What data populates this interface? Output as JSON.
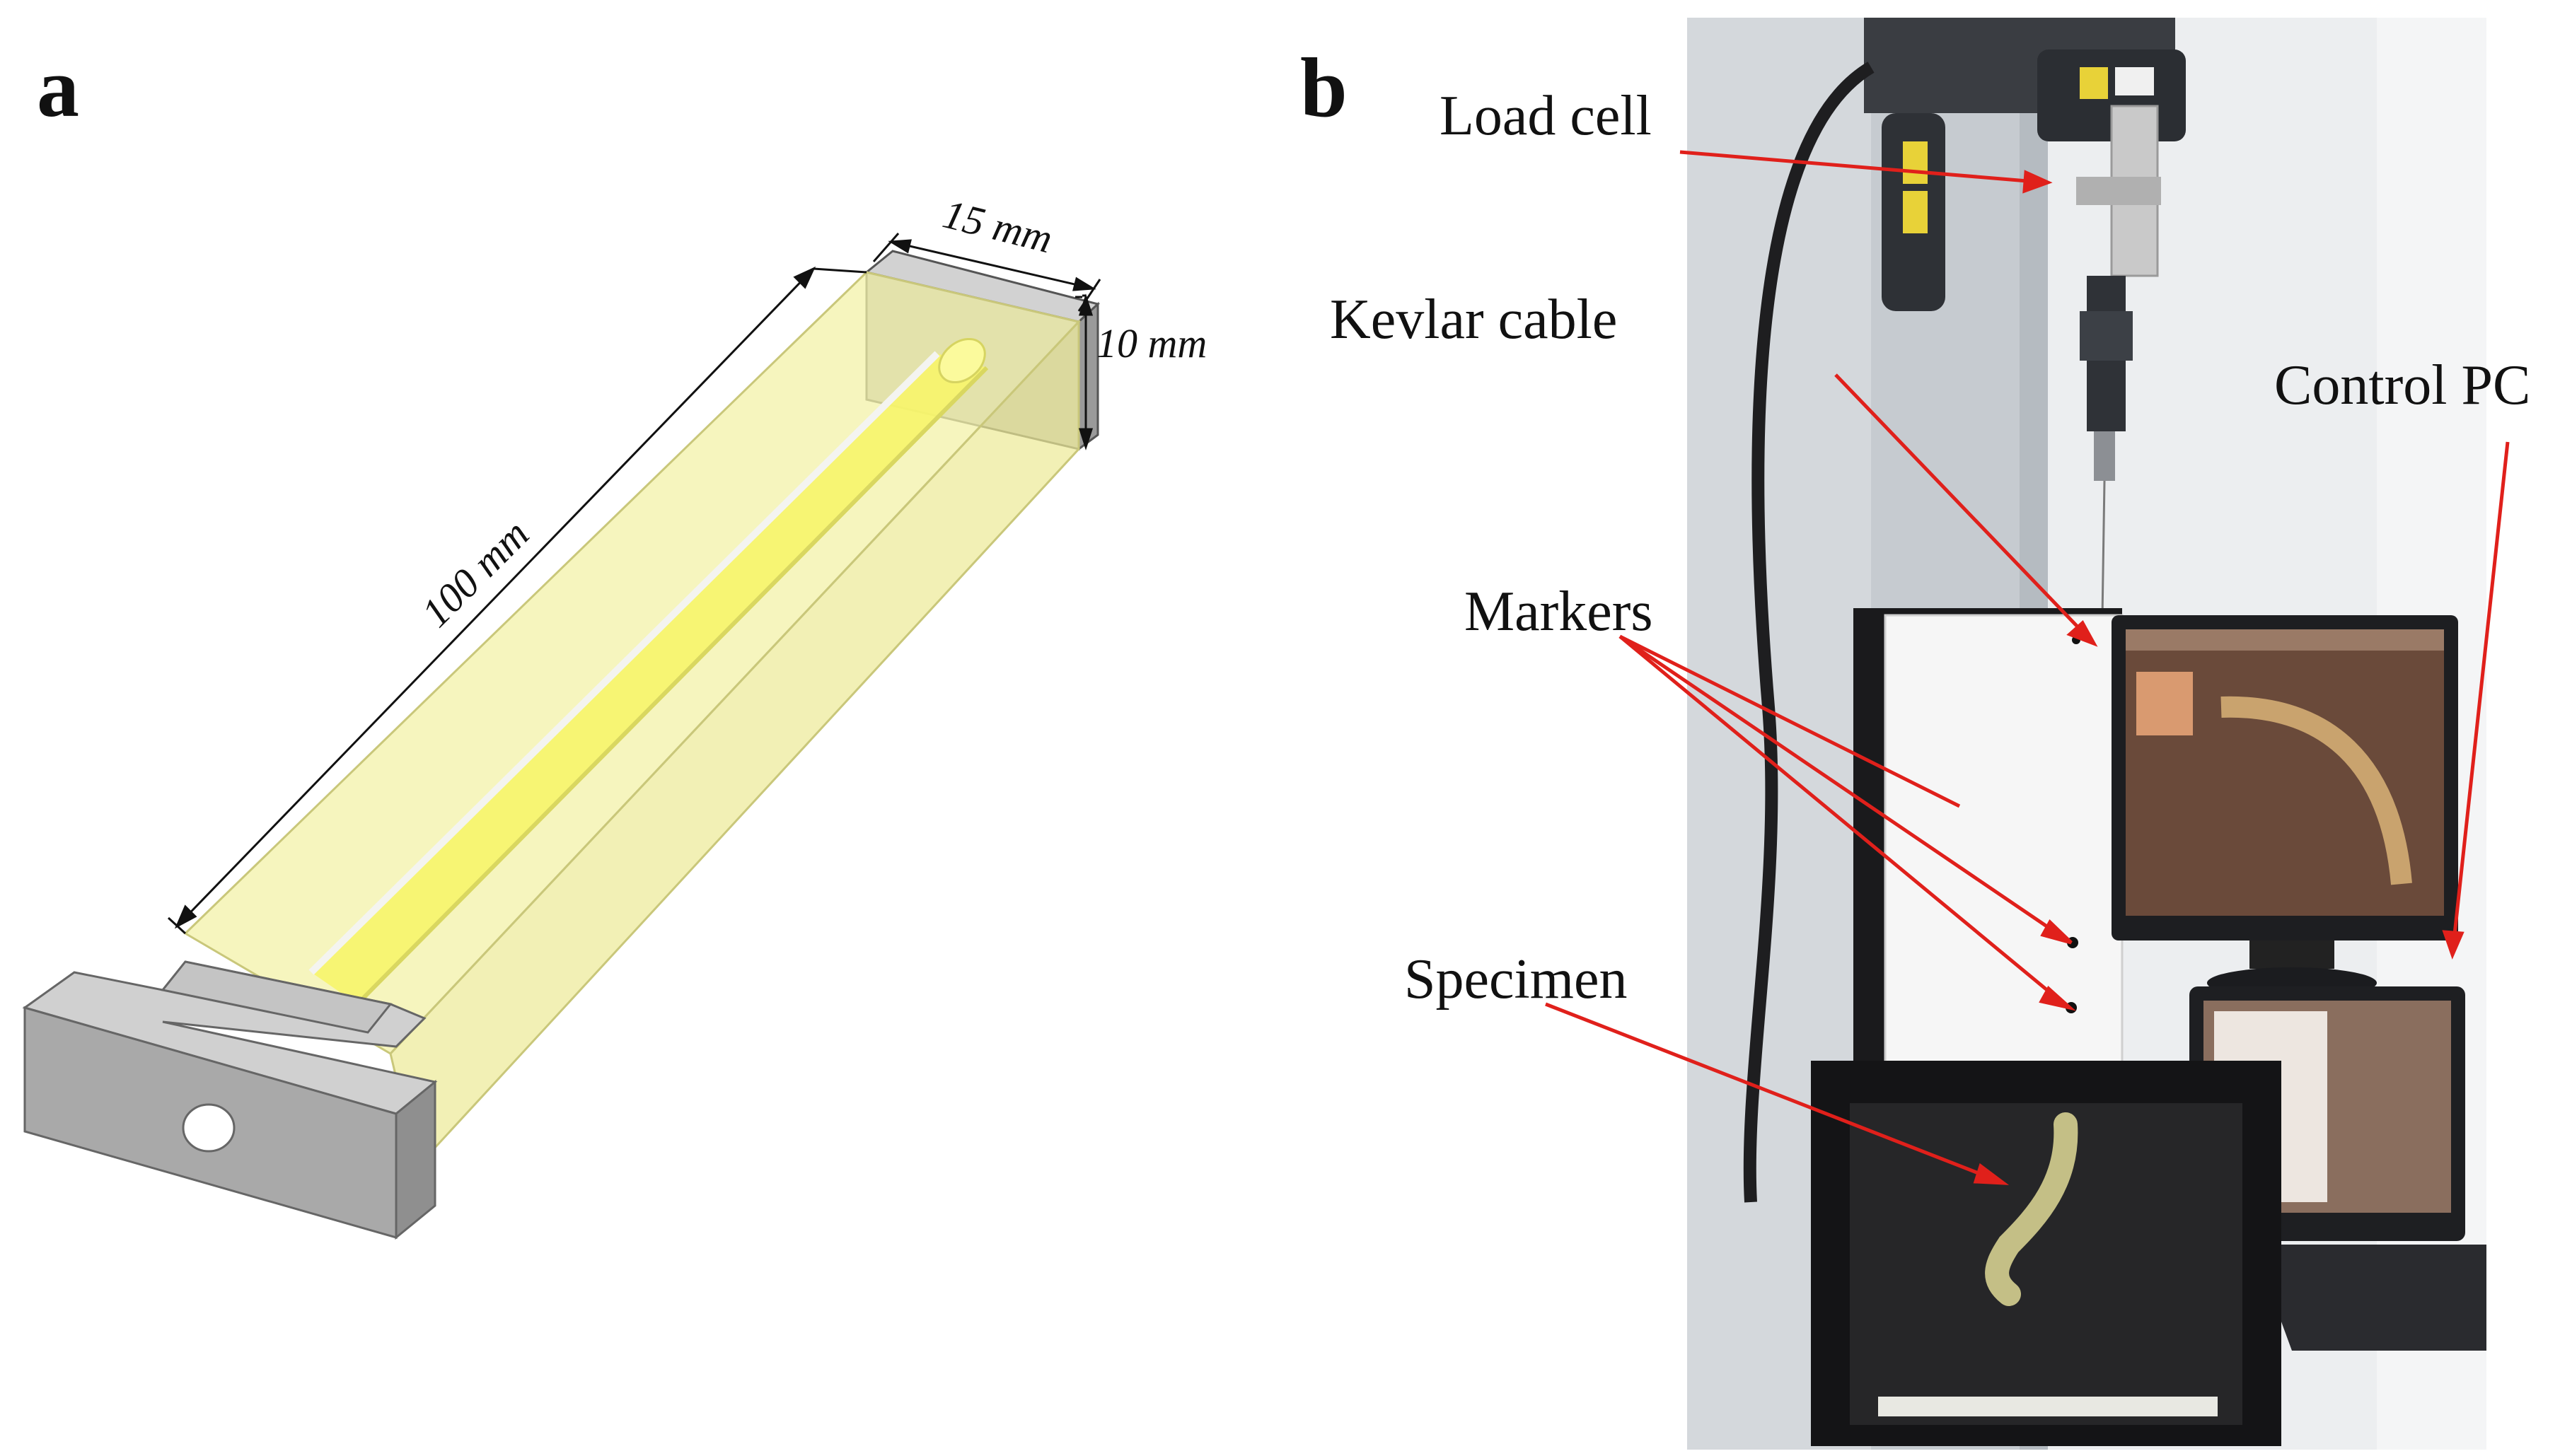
{
  "panel_a": {
    "label": "a",
    "dimensions": {
      "length": "100 mm",
      "width": "15 mm",
      "height": "10 mm"
    },
    "colors": {
      "transparent_body": "#f3f1a8",
      "channel": "#f7f56a",
      "grip": "#b9b9b9"
    }
  },
  "panel_b": {
    "label": "b",
    "callouts": {
      "load_cell": "Load cell",
      "kevlar_cable": "Kevlar cable",
      "control_pc": "Control PC",
      "markers": "Markers",
      "specimen": "Specimen"
    },
    "arrow_color": "#e0201b"
  }
}
